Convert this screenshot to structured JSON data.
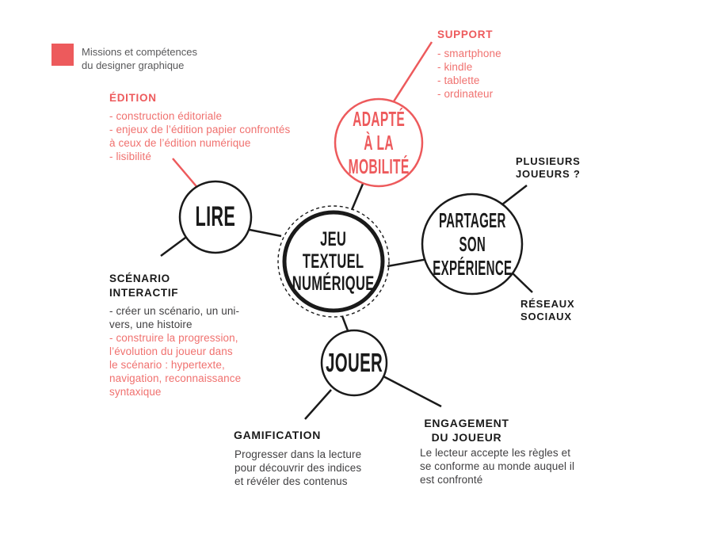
{
  "palette": {
    "accent": "#ED5A5C",
    "accent2": "#F0716F",
    "ink": "#1A1A1A",
    "body": "#414042",
    "muted": "#58585A"
  },
  "legend": {
    "label_lines": [
      "Missions et compétences",
      "du designer graphique"
    ]
  },
  "center_node": {
    "label_lines": [
      "JEU TEXTUEL",
      "NUMÉRIQUE"
    ]
  },
  "nodes": {
    "adapte": {
      "label_lines": [
        "ADAPTÉ À LA",
        "MOBILITÉ"
      ]
    },
    "lire": {
      "label_lines": [
        "LIRE"
      ]
    },
    "partager": {
      "label_lines": [
        "PARTAGER SON",
        "EXPÉRIENCE"
      ]
    },
    "jouer": {
      "label_lines": [
        "JOUER"
      ]
    }
  },
  "annotations": {
    "edition": {
      "title": "ÉDITION",
      "items": [
        "- construction éditoriale",
        "- enjeux de l’édition papier confrontés",
        "à ceux de l’édition numérique",
        "- lisibilité"
      ]
    },
    "support": {
      "title": "SUPPORT",
      "items": [
        "- smartphone",
        "- kindle",
        "- tablette",
        "- ordinateur"
      ]
    },
    "scenario": {
      "title_lines": [
        "SCÉNARIO",
        "INTERACTIF"
      ],
      "items_black": [
        "- créer un scénario, un uni-",
        "vers, une histoire"
      ],
      "items_red": [
        "- construire la progression,",
        "l’évolution du joueur dans",
        "le scénario : hypertexte,",
        "navigation, reconnaissance",
        "syntaxique"
      ]
    },
    "plusieurs_joueurs": {
      "label_lines": [
        "PLUSIEURS",
        "JOUEURS ?"
      ]
    },
    "reseaux_sociaux": {
      "label_lines": [
        "RÉSEAUX",
        "SOCIAUX"
      ]
    },
    "gamification": {
      "title": "GAMIFICATION",
      "body_lines": [
        "Progresser dans la lecture",
        "pour découvrir des indices",
        "et révéler des contenus"
      ]
    },
    "engagement": {
      "title_lines": [
        "ENGAGEMENT",
        "DU JOUEUR"
      ],
      "body_lines": [
        "Le lecteur accepte les règles et",
        "se conforme au monde auquel il",
        "est confronté"
      ]
    }
  }
}
